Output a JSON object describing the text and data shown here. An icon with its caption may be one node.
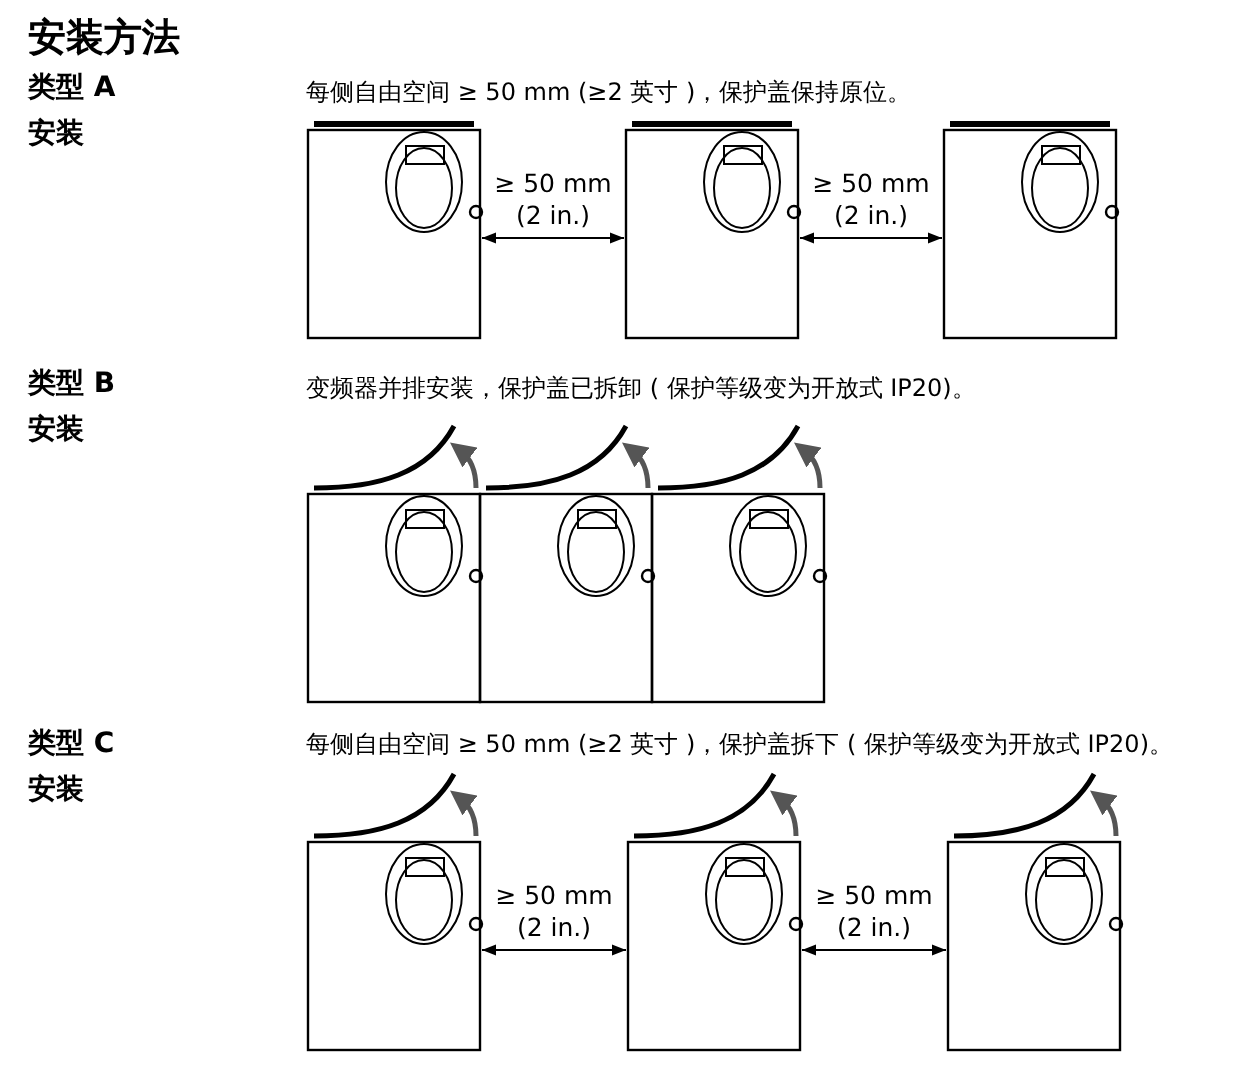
{
  "diagram": {
    "title": "安装方法",
    "labels": [
      "类型 A",
      "安装",
      "每侧自由空间 ≥ 50 mm (≥2 英寸 )，保护盖保持原位。",
      "≥ 50 mm (2 in.)",
      "≥ 50 mm (2 in.)",
      "类型 B",
      "安装",
      "变频器并排安装，保护盖已拆卸 ( 保护等级变为开放式 IP20)。",
      "类型 C",
      "安装",
      "每侧自由空间 ≥ 50 mm (≥2 英寸 )，保护盖拆下 ( 保护等级变为开放式 IP20)。",
      "≥ 50 mm (2 in.)",
      "≥ 50 mm (2 in.)"
    ]
  }
}
